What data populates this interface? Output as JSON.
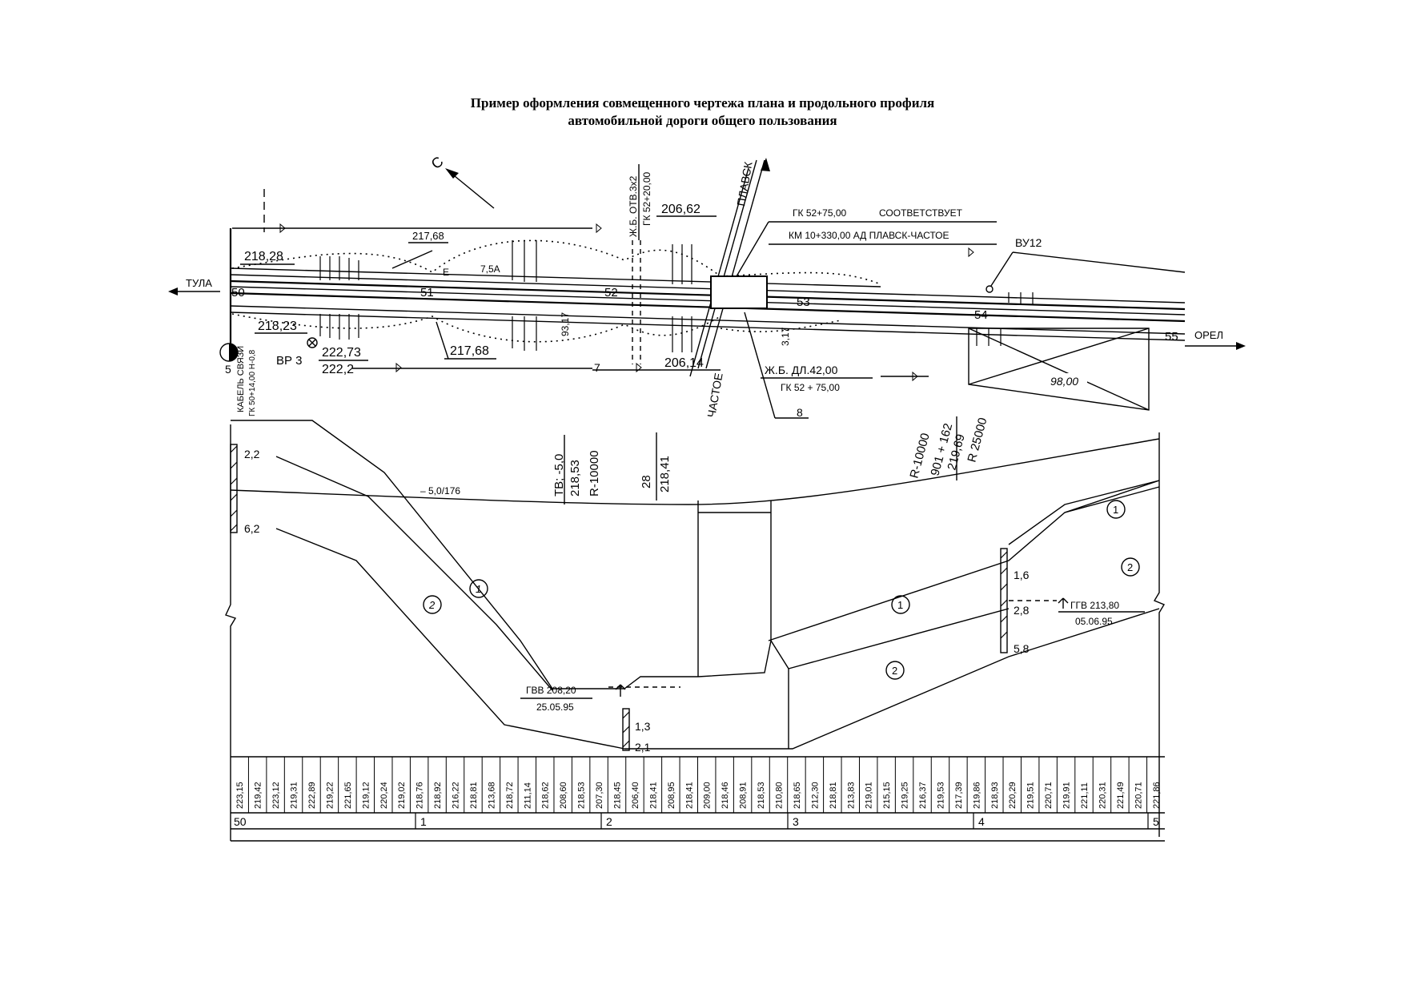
{
  "title": {
    "line1": "Пример оформления совмещенного чертежа плана и продольного профиля",
    "line2": "автомобильной дороги общего пользования"
  },
  "plan": {
    "north": "С",
    "tula": "ТУЛА",
    "orel": "ОРЕЛ",
    "plavsk": "ПЛАВСК",
    "chastoe": "ЧАСТОЕ",
    "pk50": "50",
    "pk51": "51",
    "pk52": "52",
    "pk53": "53",
    "pk54": "54",
    "pk55": "55",
    "elev_21828": "218,28",
    "elev_21823": "218,23",
    "elev_21768_top": "217,68",
    "elev_21768_bot": "217,68",
    "elev_20662": "206,62",
    "elev_20614": "206,14",
    "bp3_label": "ВР 3",
    "bp3_top": "222,73",
    "bp3_bot": "222,2",
    "e_label": "Е",
    "e_value": "7,5А",
    "otv_label": "Ж.Б. ОТВ.3х2",
    "gk_top_vertical": "ГК 52+20,00",
    "dim_9317": "93,17",
    "dim_317": "3,17",
    "gk_5275": "ГК 52+75,00",
    "sootv": "СООТВЕТСТВУЕТ",
    "km_note": "КМ 10+330,00 АД  ПЛАВСК-ЧАСТОЕ",
    "vu12": "ВУ12",
    "zb_dl": "Ж.Б.  ДЛ.42,00",
    "gk_bottom": "ГК 52 + 75,00",
    "dim_98": "98,00",
    "callout_5": "5",
    "callout_7": "7",
    "callout_8": "8",
    "cable1": "КАБЕЛЬ СВЯЗИ",
    "cable2": "ГК 50+14,00 Н-0,8"
  },
  "profile": {
    "depth_22": "2,2",
    "depth_62": "6,2",
    "slope": "– 5,0/176",
    "vb1": "ТВ; -5,0",
    "vb2": "218,53",
    "vb3": "R-10000",
    "culv1": "28",
    "culv2": "218,41",
    "vc1": "R-10000",
    "vc2": "901 + 162",
    "vc3": "219,69",
    "vc4": "R 25000",
    "circle1": "1",
    "circle2": "2",
    "depth_16": "1,6",
    "depth_28": "2,8",
    "depth_58": "5,8",
    "ggv_r": "ГГВ 213,80",
    "ggv_r_date": "05.06.95",
    "gvv_l": "ГВВ 208,20",
    "gvv_l_date": "25.05.95",
    "depth_13": "1,3",
    "depth_21": "2,1"
  },
  "table": {
    "elevations": [
      "223,15",
      "219,42",
      "223,12",
      "219,31",
      "222,89",
      "219,22",
      "221,65",
      "219,12",
      "220,24",
      "219,02",
      "218,76",
      "218,92",
      "216,22",
      "218,81",
      "213,68",
      "218,72",
      "211,14",
      "218,62",
      "208,60",
      "218,53",
      "207,30",
      "218,45",
      "206,40",
      "218,41",
      "208,95",
      "218,41",
      "209,00",
      "218,46",
      "208,91",
      "218,53",
      "210,80",
      "218,65",
      "212,30",
      "218,81",
      "213,83",
      "219,01",
      "215,15",
      "219,25",
      "216,37",
      "219,53",
      "217,39",
      "219,86",
      "218,93",
      "220,29",
      "219,51",
      "220,71",
      "219,91",
      "221,11",
      "220,31",
      "221,49",
      "220,71",
      "221,86"
    ],
    "pickets": [
      "50",
      "1",
      "2",
      "3",
      "4",
      "5"
    ]
  }
}
